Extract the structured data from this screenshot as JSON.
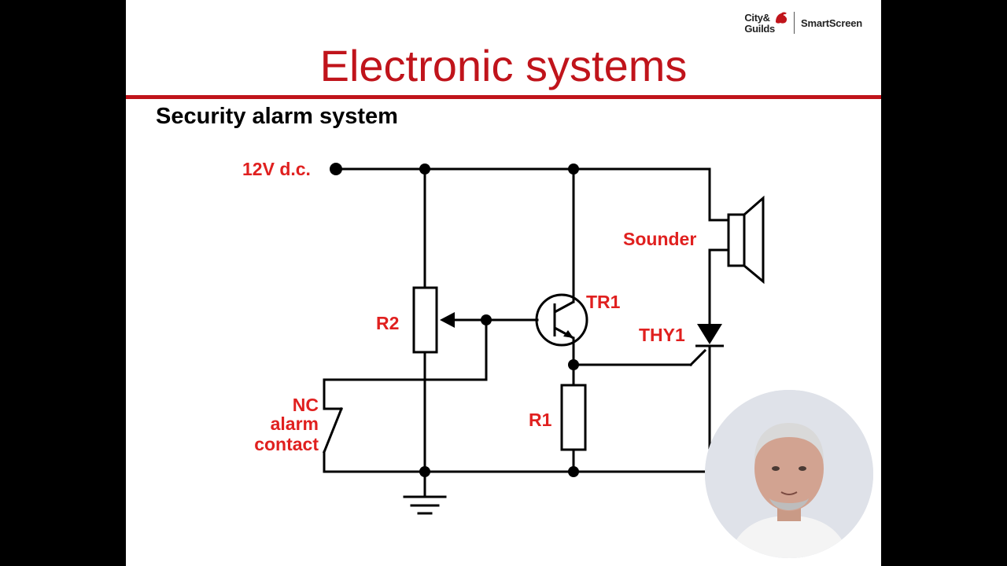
{
  "slide": {
    "title": "Electronic systems",
    "subtitle": "Security alarm system"
  },
  "logo": {
    "brand_line1": "City&",
    "brand_line2": "Guilds",
    "product": "SmartScreen"
  },
  "circuit": {
    "labels": {
      "supply": "12V d.c.",
      "sounder": "Sounder",
      "r2": "R2",
      "tr1": "TR1",
      "thy1": "THY1",
      "nc_line1": "NC",
      "nc_line2": "alarm",
      "nc_line3": "contact",
      "r1": "R1"
    }
  },
  "colors": {
    "accent": "#c0141b",
    "label": "#e0201f",
    "wire": "#000000"
  }
}
